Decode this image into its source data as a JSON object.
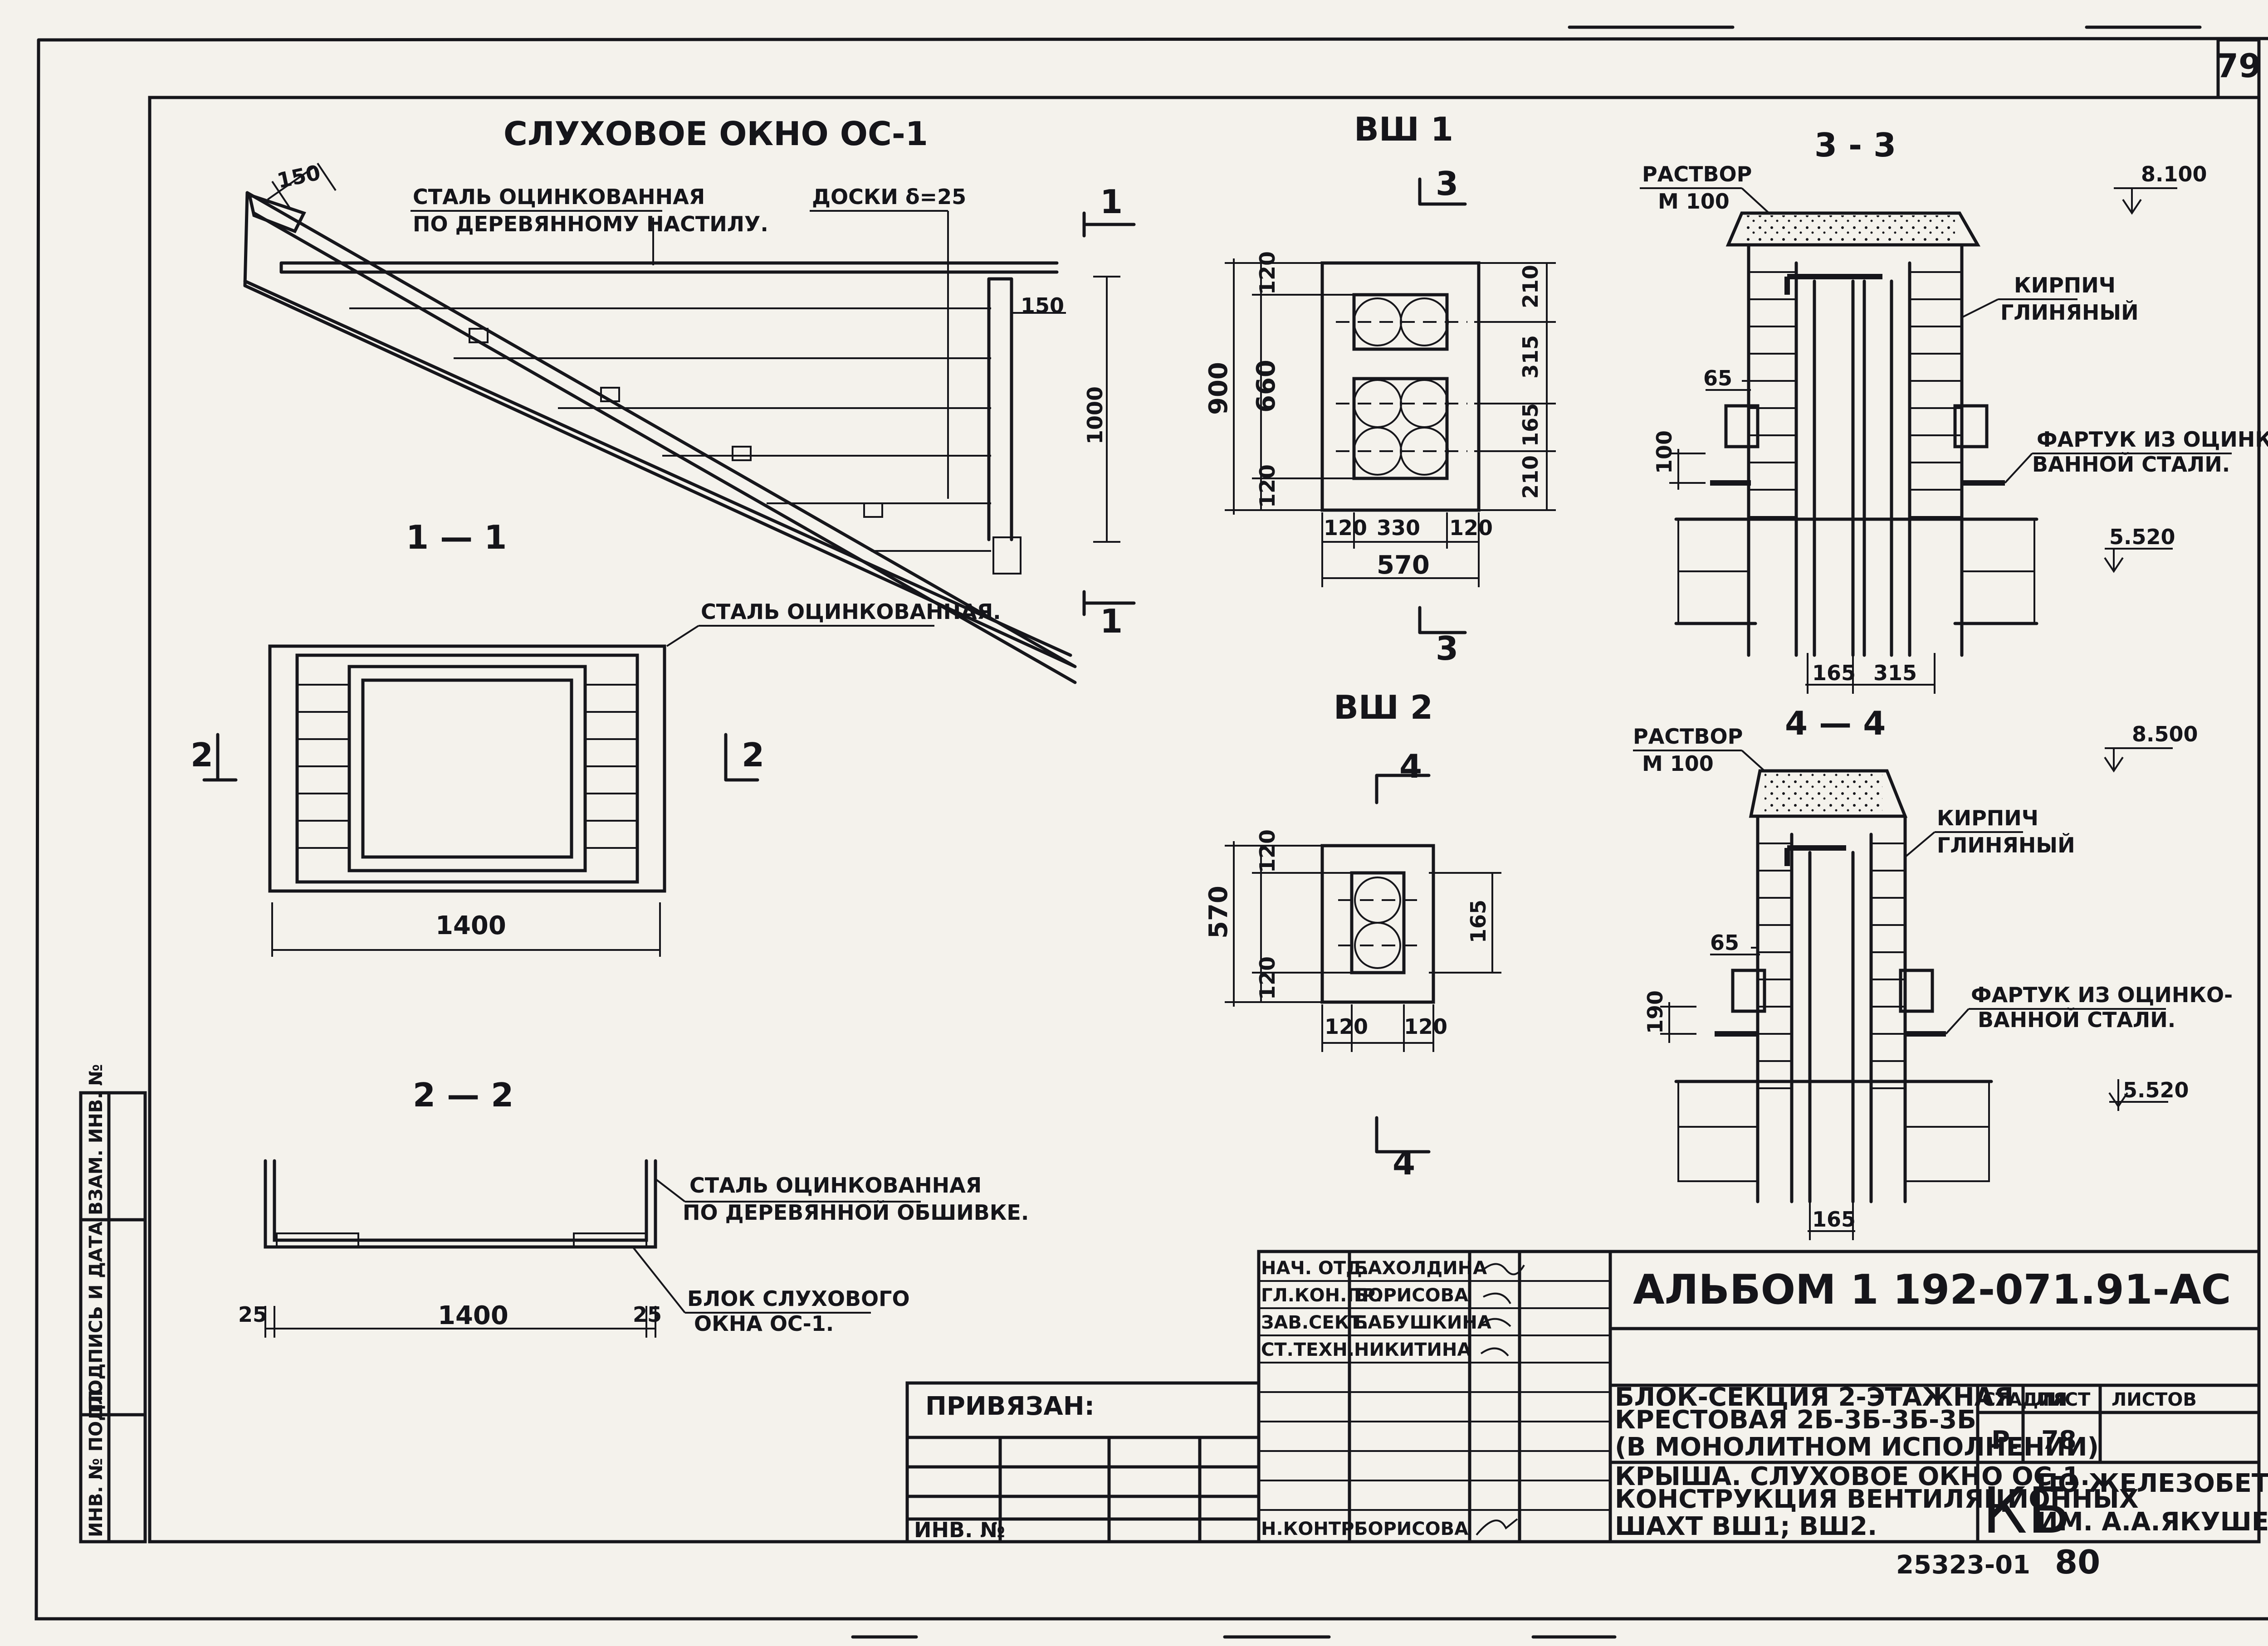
{
  "sheet": {
    "number": "79",
    "code_bottom": "25323-01",
    "page_bottom": "80"
  },
  "views": {
    "window_title": "СЛУХОВОЕ ОКНО ОС-1",
    "sec11": "1 — 1",
    "sec22": "2 — 2",
    "vsh1": "ВШ 1",
    "vsh2": "ВШ 2",
    "sec33": "3 - 3",
    "sec44": "4 — 4"
  },
  "marks": {
    "m1": "1",
    "m2": "2",
    "m3": "3",
    "m4": "4"
  },
  "dims": {
    "d150a": "150",
    "d150b": "150",
    "d1000": "1000",
    "d1400a": "1400",
    "d1400b": "1400",
    "d25": "25",
    "d900": "900",
    "d660": "660",
    "d120": "120",
    "d210": "210",
    "d315": "315",
    "d165": "165",
    "d330": "330",
    "d570": "570",
    "d65": "65",
    "d100": "100",
    "d190": "190"
  },
  "labels": {
    "steel_wood_1": "СТАЛЬ ОЦИНКОВАННАЯ",
    "steel_wood_2": "ПО ДЕРЕВЯННОМУ НАСТИЛУ.",
    "boards": "ДОСКИ δ=25",
    "steel": "СТАЛЬ ОЦИНКОВАННАЯ.",
    "steel_skin_1": "СТАЛЬ ОЦИНКОВАННАЯ",
    "steel_skin_2": "ПО ДЕРЕВЯННОЙ ОБШИВКЕ.",
    "block_1": "БЛОК СЛУХОВОГО",
    "block_2": "ОКНА ОС-1.",
    "mortar_1": "РАСТВОР",
    "mortar_2": "М 100",
    "brick_1": "КИРПИЧ",
    "brick_2": "ГЛИНЯНЫЙ",
    "apron_1": "ФАРТУК ИЗ ОЦИНКО-",
    "apron_2": "ВАННОЙ СТАЛИ.",
    "lvl_8100": "8.100",
    "lvl_8500": "8.500",
    "lvl_5520": "5.520"
  },
  "title_block": {
    "album": "АЛЬБОМ 1   192-071.91-АС",
    "bound": "ПРИВЯЗАН:",
    "inv": "ИНВ. №",
    "roles": [
      "НАЧ. ОТД.",
      "ГЛ.КОН.ПР.",
      "ЗАВ.СЕКТ.",
      "СТ.ТЕХН.",
      "Н.КОНТР."
    ],
    "names": [
      "БАХОЛДИНА",
      "БОРИСОВА",
      "БАБУШКИНА",
      "НИКИТИНА",
      "БОРИСОВА"
    ],
    "proj_1": "БЛОК-СЕКЦИЯ 2-ЭТАЖНАЯ",
    "proj_2": "КРЕСТОВАЯ 2Б-3Б-3Б-3Б",
    "proj_3": "(В МОНОЛИТНОМ ИСПОЛНЕНИИ)",
    "desc_1": "КРЫША. СЛУХОВОЕ ОКНО ОС-1.",
    "desc_2": "КОНСТРУКЦИЯ ВЕНТИЛЯЦИОННЫХ",
    "desc_3": "ШАХТ ВШ1; ВШ2.",
    "col_stage": "СТАДИЯ",
    "col_sheet": "ЛИСТ",
    "col_sheets": "ЛИСТОВ",
    "stage": "Р.",
    "sheet_no": "78",
    "org_logo": "КБ",
    "org_1": "ПО ЖЕЛЕЗОБЕТОНУ",
    "org_2": "ИМ. А.А.ЯКУШЕВА"
  },
  "side_stamp": [
    "ВЗАМ. ИНВ. №",
    "ПОДПИСЬ И ДАТА",
    "ИНВ. № ПОДЛ."
  ]
}
